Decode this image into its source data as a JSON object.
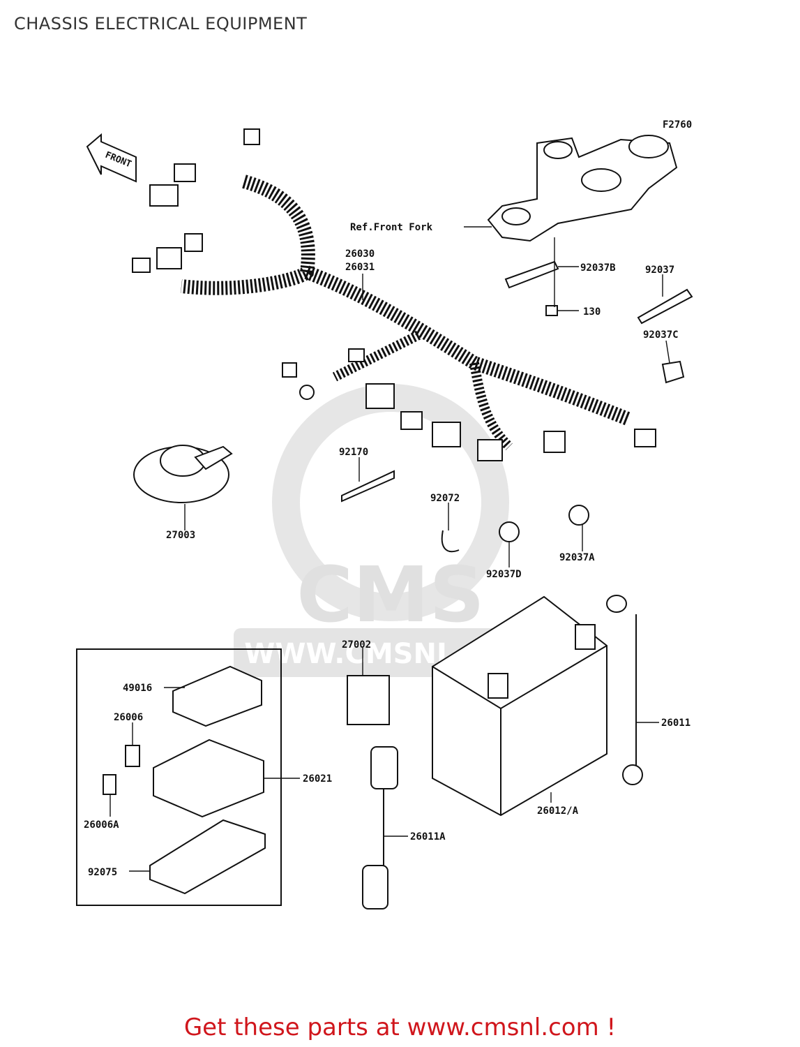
{
  "page": {
    "title": "CHASSIS ELECTRICAL EQUIPMENT",
    "cta": "Get these parts at www.cmsnl.com !"
  },
  "diagram": {
    "figure_code": "F2760",
    "front_marker": "FRONT",
    "watermark": {
      "logo": "CMS",
      "url": "WWW.CMSNL.COM"
    },
    "callouts": {
      "ref_front_fork": "Ref.Front Fork",
      "p26030": "26030",
      "p26031": "26031",
      "p92037B": "92037B",
      "p92037": "92037",
      "p130": "130",
      "p92037C": "92037C",
      "p92170": "92170",
      "p27003": "27003",
      "p92072": "92072",
      "p92037D": "92037D",
      "p92037A": "92037A",
      "p27002": "27002",
      "p49016": "49016",
      "p26006": "26006",
      "p26006A": "26006A",
      "p26021": "26021",
      "p92075": "92075",
      "p26011": "26011",
      "p26011A": "26011A",
      "p26012A": "26012/A"
    }
  }
}
